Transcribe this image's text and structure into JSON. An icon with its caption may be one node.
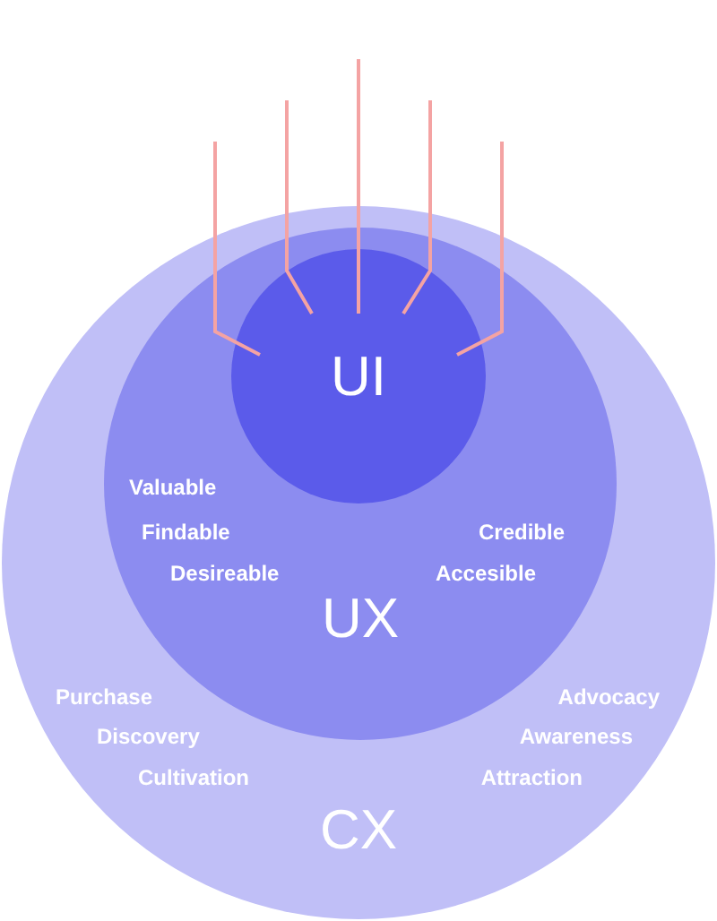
{
  "diagram": {
    "nodes": [
      {
        "text": [
          "CX"
        ]
      },
      {
        "text": [
          "UX"
        ],
        "in": 0
      },
      {
        "text": [
          "UI"
        ],
        "in": 1
      }
    ],
    "edges": [
      {
        "from": null,
        "to": 2,
        "arrow": "none"
      },
      {
        "from": null,
        "to": 2,
        "arrow": "none"
      },
      {
        "from": null,
        "to": 2,
        "arrow": "none"
      },
      {
        "from": null,
        "to": 2,
        "arrow": "none"
      },
      {
        "from": null,
        "to": 2,
        "arrow": "none"
      }
    ],
    "labels": [
      "Valuable",
      "Findable",
      "Credible",
      "Desireable",
      "Accesible",
      "Purchase",
      "Advocacy",
      "Discovery",
      "Awareness",
      "Cultivation",
      "Attraction"
    ]
  }
}
